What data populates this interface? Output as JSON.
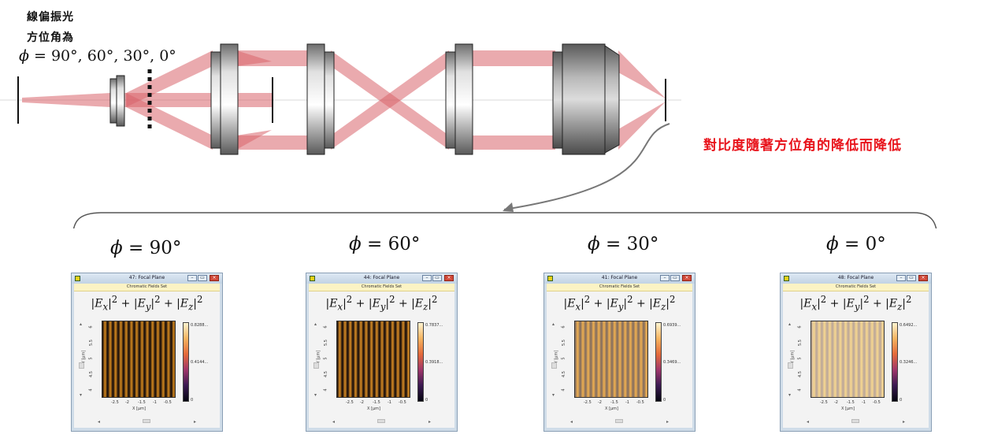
{
  "header": {
    "line1": "線偏振光",
    "line2": "方位角為",
    "phi_symbol": "ϕ",
    "phi_values": " = 90°,  60°, 30°, 0°"
  },
  "note": "對比度隨著方位角的降低而降低",
  "angle_labels": [
    {
      "symbol": "ϕ",
      "value": " = 90°"
    },
    {
      "symbol": "ϕ",
      "value": " = 60°"
    },
    {
      "symbol": "ϕ",
      "value": " = 30°"
    },
    {
      "symbol": "ϕ",
      "value": " = 0°"
    }
  ],
  "panels": [
    {
      "title": "47: Focal Plane",
      "subtitle": "Chromatic Fields Set",
      "cb_top": "0.8288...",
      "cb_mid": "0.4144...",
      "cb_bottom": "0",
      "contrast": 1.0,
      "stripe_color": "#d4881e"
    },
    {
      "title": "44: Focal Plane",
      "subtitle": "Chromatic Fields Set",
      "cb_top": "0.7837...",
      "cb_mid": "0.3918...",
      "cb_bottom": "0",
      "contrast": 0.88,
      "stripe_color": "#d98c24"
    },
    {
      "title": "41: Focal Plane",
      "subtitle": "Chromatic Fields Set",
      "cb_top": "0.6939...",
      "cb_mid": "0.3469...",
      "cb_bottom": "0",
      "contrast": 0.35,
      "stripe_color": "#f0b050"
    },
    {
      "title": "48: Focal Plane",
      "subtitle": "Chromatic Fields Set",
      "cb_top": "0.6492...",
      "cb_mid": "0.3246...",
      "cb_bottom": "0",
      "contrast": 0.12,
      "stripe_color": "#f8d890"
    }
  ],
  "plot_axes": {
    "y_ticks": [
      "6",
      "5.5",
      "5",
      "4.5",
      "4"
    ],
    "x_ticks": [
      "-2.5",
      "-2",
      "-1.5",
      "-1",
      "-0.5"
    ],
    "xlabel": "X [µm]",
    "ylabel": "Y [µm]"
  },
  "formula": {
    "ex": "E",
    "ex_sub": "x",
    "ey": "E",
    "ey_sub": "y",
    "ez": "E",
    "ez_sub": "z",
    "power": "2"
  },
  "window_buttons": {
    "minimize": "–",
    "restore": "▭",
    "close": "×"
  },
  "colors": {
    "beam": "#d9646c",
    "note_red": "#e8141c",
    "lens_dark": "#555555",
    "lens_light": "#f4f4f4"
  }
}
